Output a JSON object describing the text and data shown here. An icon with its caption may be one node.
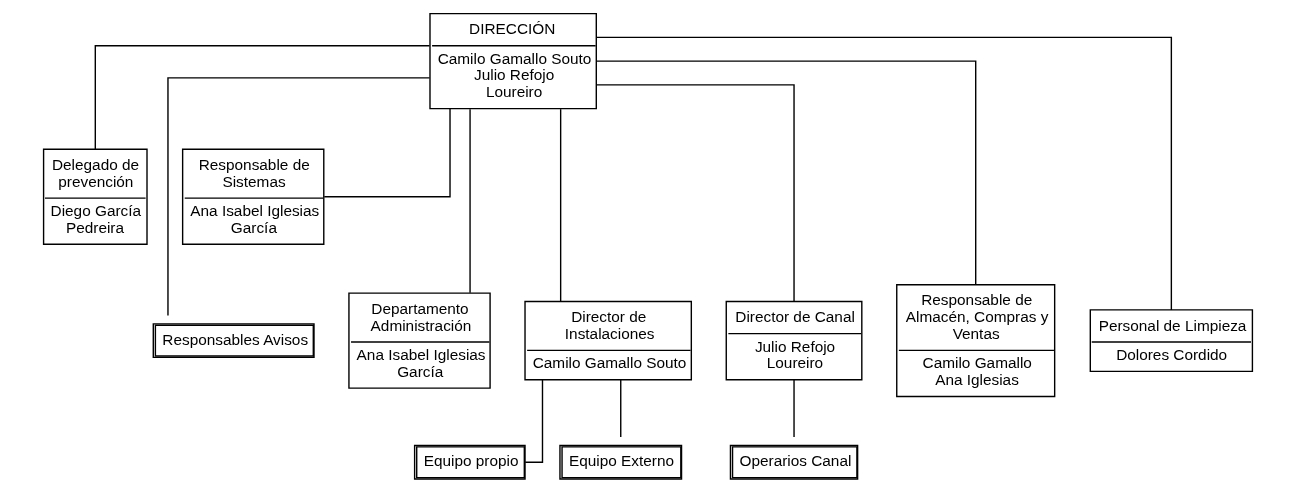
{
  "diagram": {
    "nodes": [
      {
        "text": [
          "DIRECCIÓN",
          "Camilo Gamallo Souto",
          "Julio Refojo Loureiro"
        ]
      },
      {
        "text": [
          "Delegado de prevención",
          "Diego García Pedreira"
        ]
      },
      {
        "text": [
          "Responsable de Sistemas",
          "Ana Isabel Iglesias García"
        ]
      },
      {
        "text": [
          "Responsables Avisos"
        ]
      },
      {
        "text": [
          "Departamento Administración",
          "Ana Isabel Iglesias García"
        ]
      },
      {
        "text": [
          "Director de Instalaciones",
          "Camilo Gamallo Souto"
        ]
      },
      {
        "text": [
          "Director de Canal",
          "Julio Refojo Loureiro"
        ]
      },
      {
        "text": [
          "Responsable de Almacén, Compras y Ventas",
          "Camilo Gamallo",
          "Ana Iglesias"
        ]
      },
      {
        "text": [
          "Personal de Limpieza",
          "Dolores Cordido"
        ]
      },
      {
        "text": [
          "Equipo propio"
        ]
      },
      {
        "text": [
          "Equipo Externo"
        ]
      },
      {
        "text": [
          "Operarios Canal"
        ]
      }
    ],
    "edges": [
      {
        "from": 0,
        "to": 1,
        "arrow": "none"
      },
      {
        "from": 0,
        "to": 2,
        "arrow": "none"
      },
      {
        "from": 0,
        "to": 3,
        "arrow": "none"
      },
      {
        "from": 0,
        "to": 4,
        "arrow": "none"
      },
      {
        "from": 0,
        "to": 5,
        "arrow": "none"
      },
      {
        "from": 0,
        "to": 6,
        "arrow": "none"
      },
      {
        "from": 0,
        "to": 7,
        "arrow": "none"
      },
      {
        "from": 0,
        "to": 8,
        "arrow": "none"
      },
      {
        "from": 5,
        "to": 9,
        "arrow": "none"
      },
      {
        "from": 5,
        "to": 10,
        "arrow": "none"
      },
      {
        "from": 6,
        "to": 11,
        "arrow": "none"
      }
    ]
  }
}
